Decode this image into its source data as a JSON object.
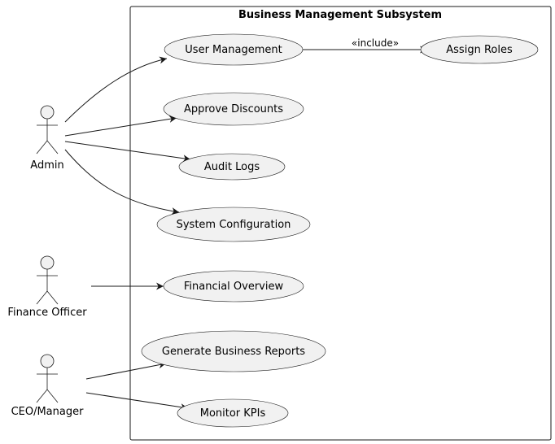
{
  "system": {
    "title": "Business Management Subsystem"
  },
  "actors": [
    {
      "id": "admin",
      "label": "Admin"
    },
    {
      "id": "finance",
      "label": "Finance Officer"
    },
    {
      "id": "ceo",
      "label": "CEO/Manager"
    }
  ],
  "usecases": [
    {
      "id": "user_mgmt",
      "label": "User Management"
    },
    {
      "id": "assign_roles",
      "label": "Assign Roles"
    },
    {
      "id": "approve_discounts",
      "label": "Approve Discounts"
    },
    {
      "id": "audit_logs",
      "label": "Audit Logs"
    },
    {
      "id": "sys_config",
      "label": "System Configuration"
    },
    {
      "id": "fin_overview",
      "label": "Financial Overview"
    },
    {
      "id": "gen_reports",
      "label": "Generate Business Reports"
    },
    {
      "id": "monitor_kpis",
      "label": "Monitor KPIs"
    }
  ],
  "relations": [
    {
      "from": "admin",
      "to": "user_mgmt",
      "label": ""
    },
    {
      "from": "admin",
      "to": "approve_discounts",
      "label": ""
    },
    {
      "from": "admin",
      "to": "audit_logs",
      "label": ""
    },
    {
      "from": "admin",
      "to": "sys_config",
      "label": ""
    },
    {
      "from": "finance",
      "to": "fin_overview",
      "label": ""
    },
    {
      "from": "ceo",
      "to": "gen_reports",
      "label": ""
    },
    {
      "from": "ceo",
      "to": "monitor_kpis",
      "label": ""
    },
    {
      "from": "user_mgmt",
      "to": "assign_roles",
      "label": "«include»"
    }
  ]
}
